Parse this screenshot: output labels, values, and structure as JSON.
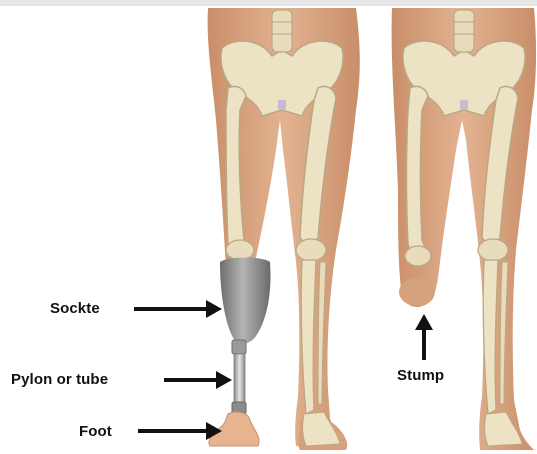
{
  "labels": {
    "socket": "Sockte",
    "pylon": "Pylon or tube",
    "foot": "Foot",
    "stump": "Stump"
  },
  "colors": {
    "skin": "#dba885",
    "skin_shadow": "#c9906c",
    "bone": "#ece2c4",
    "bone_outline": "#b9a883",
    "socket_gray": "#8e8e8e",
    "pylon_gray": "#b8b8b8",
    "arrow": "#111111",
    "cartilage": "#c7b9d8"
  },
  "icons": {
    "arrow_right": "arrow-right-icon",
    "arrow_up": "arrow-up-icon"
  }
}
